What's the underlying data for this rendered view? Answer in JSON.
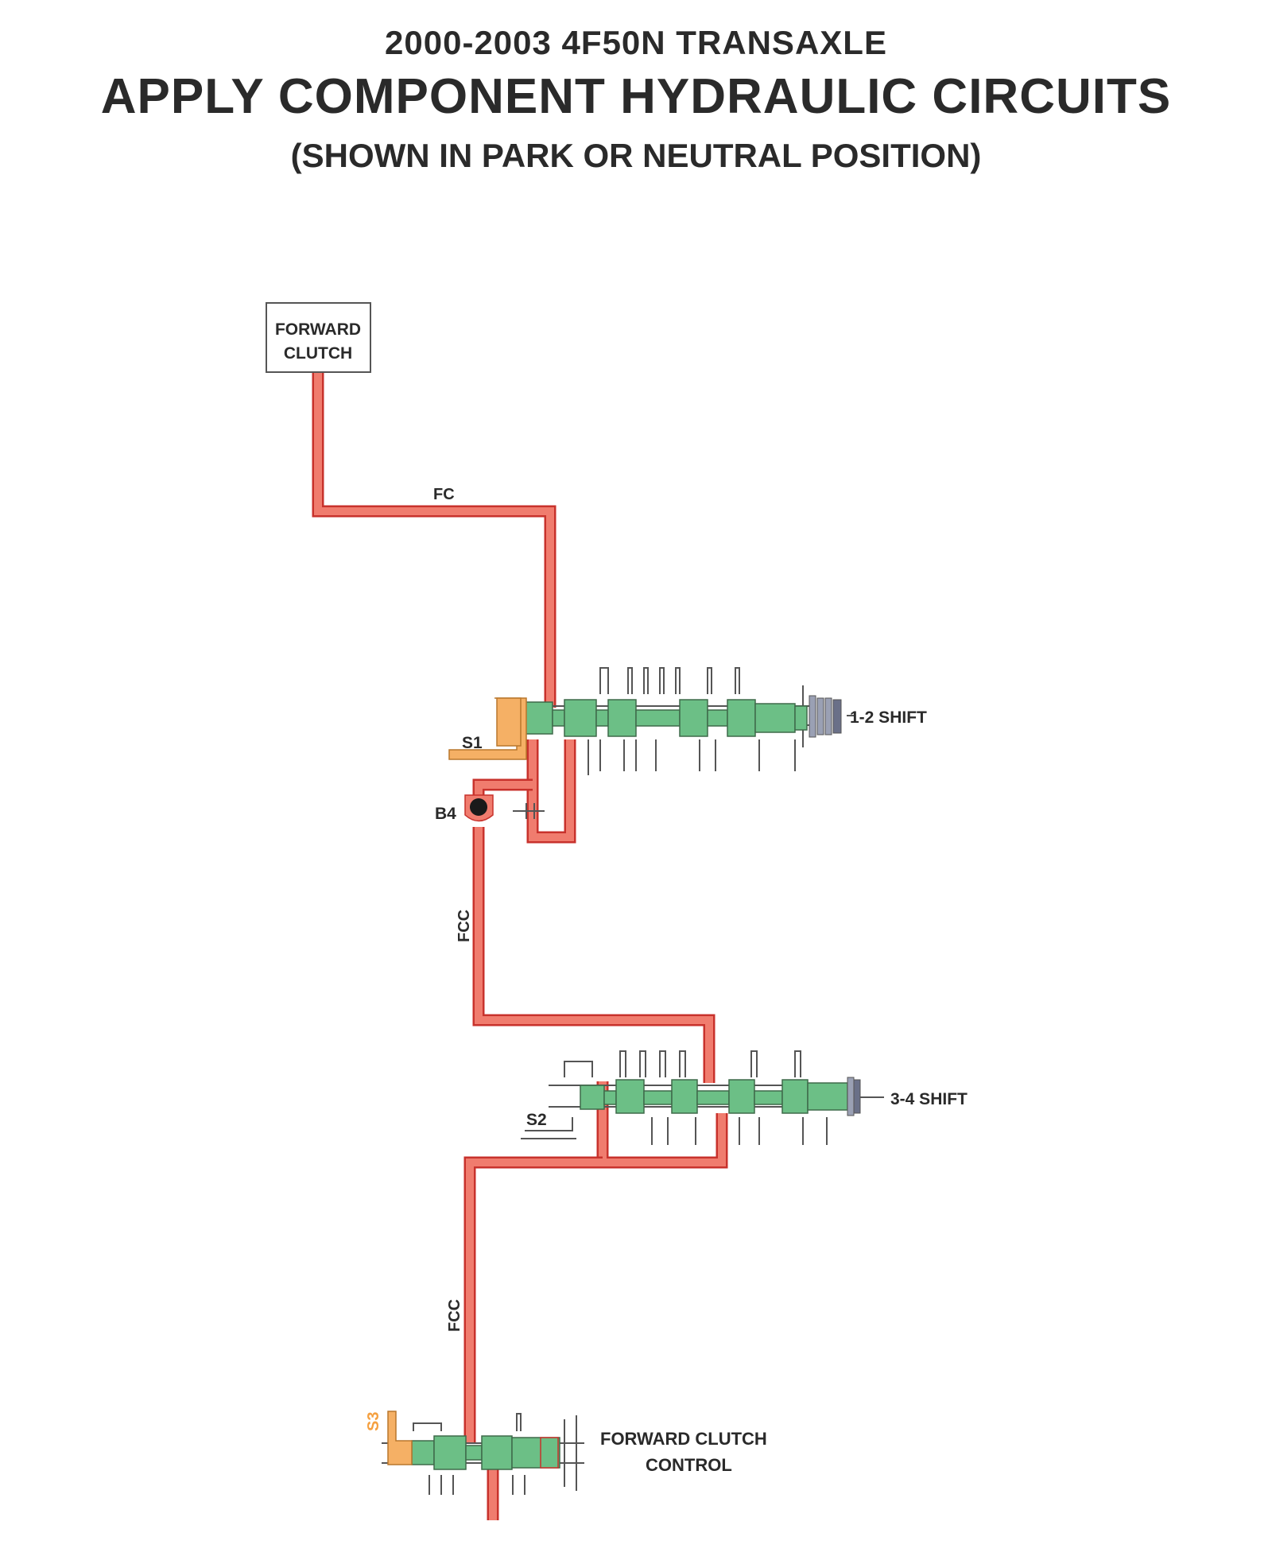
{
  "header": {
    "model_line": "2000-2003 4F50N TRANSAXLE",
    "title": "APPLY COMPONENT HYDRAULIC CIRCUITS",
    "subtitle": "(SHOWN IN PARK OR NEUTRAL POSITION)"
  },
  "components": {
    "forward_clutch_line1": "FORWARD",
    "forward_clutch_line2": "CLUTCH"
  },
  "circuits": {
    "fc": "FC",
    "fcc_upper": "FCC",
    "fcc_lower": "FCC"
  },
  "valves": {
    "shift_12": "1-2 SHIFT",
    "shift_34": "3-4 SHIFT",
    "fwd_clutch_control_line1": "FORWARD CLUTCH",
    "fwd_clutch_control_line2": "CONTROL"
  },
  "solenoids": {
    "s1": "S1",
    "s2": "S2",
    "s3": "S3"
  },
  "check_balls": {
    "b4": "B4"
  },
  "colors": {
    "fluid": "#f07c6e",
    "fluid_edge": "#c8322c",
    "valve_spool": "#6cbf86",
    "valve_edge": "#3f6a4a",
    "solenoid": "#f5b065",
    "solenoid_edge": "#b9772c",
    "bore_line": "#555555"
  }
}
